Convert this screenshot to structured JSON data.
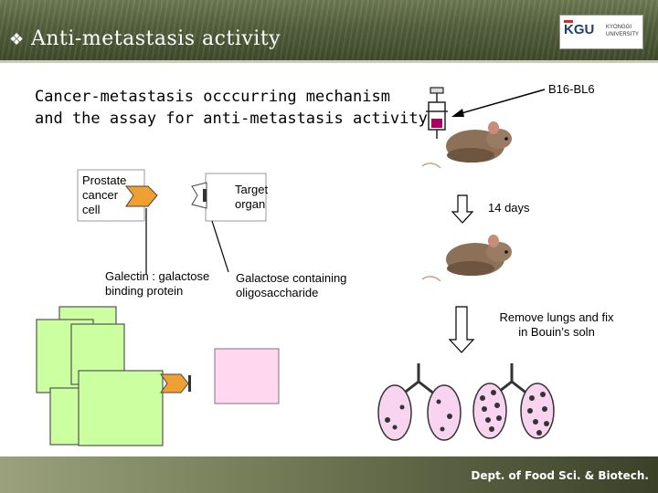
{
  "header": {
    "title": "Anti-metastasis activity",
    "logo_text": "KGU",
    "logo_subtext": "KYONGGI UNIVERSITY"
  },
  "main": {
    "subtitle_line1": "Cancer-metastasis occcurring mechanism",
    "subtitle_line2": "and the assay for anti-metastasis activity"
  },
  "mechanism": {
    "prostate_line1": "Prostate",
    "prostate_line2": "cancer",
    "prostate_line3": "cell",
    "target_line1": "Target",
    "target_line2": "organ",
    "galectin_line1": "Galectin : galactose",
    "galectin_line2": "binding protein",
    "oligo_line1": "Galactose containing",
    "oligo_line2": "oligosaccharide"
  },
  "assay": {
    "cell_line": "B16-BL6",
    "days": "14 days",
    "remove_line1": "Remove lungs and fix",
    "remove_line2": "in Bouin’s soln"
  },
  "footer": {
    "dept": "Dept. of Food Sci. & Biotech."
  },
  "colors": {
    "cell_green": "#ccffa0",
    "galectin_orange": "#f0a030",
    "organ_pink": "#ffd8f0",
    "lung_pink": "#f8d4f0",
    "nodule": "#333333"
  }
}
